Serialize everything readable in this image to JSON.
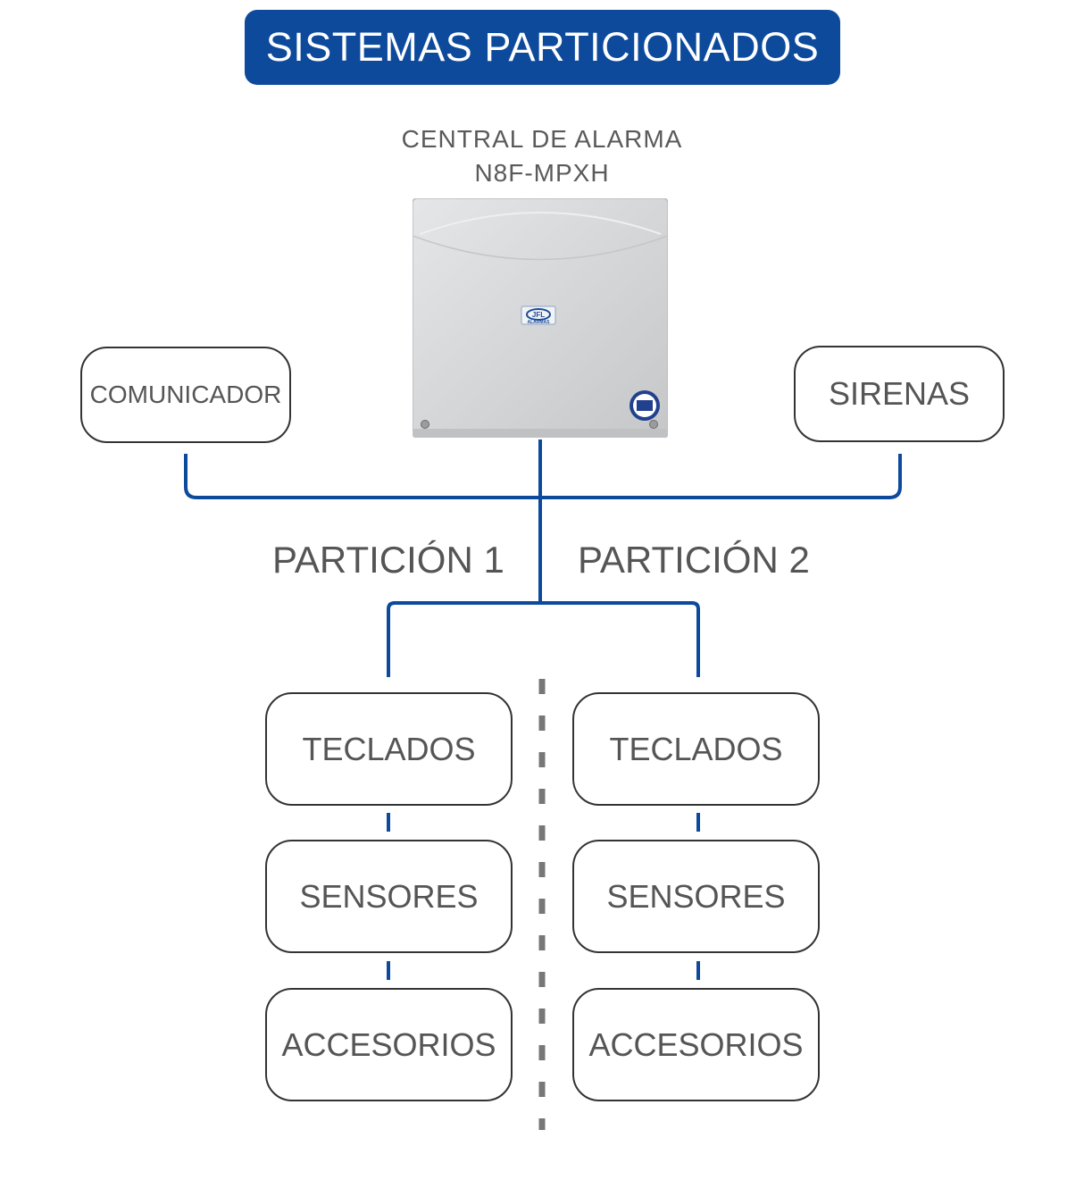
{
  "title": "SISTEMAS PARTICIONADOS",
  "device": {
    "line1": "CENTRAL DE ALARMA",
    "line2": "N8F-MPXH",
    "brand_logo": "JFL",
    "brand_sub": "ALARMAS"
  },
  "side_boxes": {
    "left": "COMUNICADOR",
    "right": "SIRENAS"
  },
  "partitions": [
    {
      "label": "PARTICIÓN 1",
      "items": [
        "TECLADOS",
        "SENSORES",
        "ACCESORIOS"
      ]
    },
    {
      "label": "PARTICIÓN 2",
      "items": [
        "TECLADOS",
        "SENSORES",
        "ACCESORIOS"
      ]
    }
  ],
  "colors": {
    "accent": "#0d4a9c",
    "divider": "#777777",
    "text": "#555555"
  }
}
